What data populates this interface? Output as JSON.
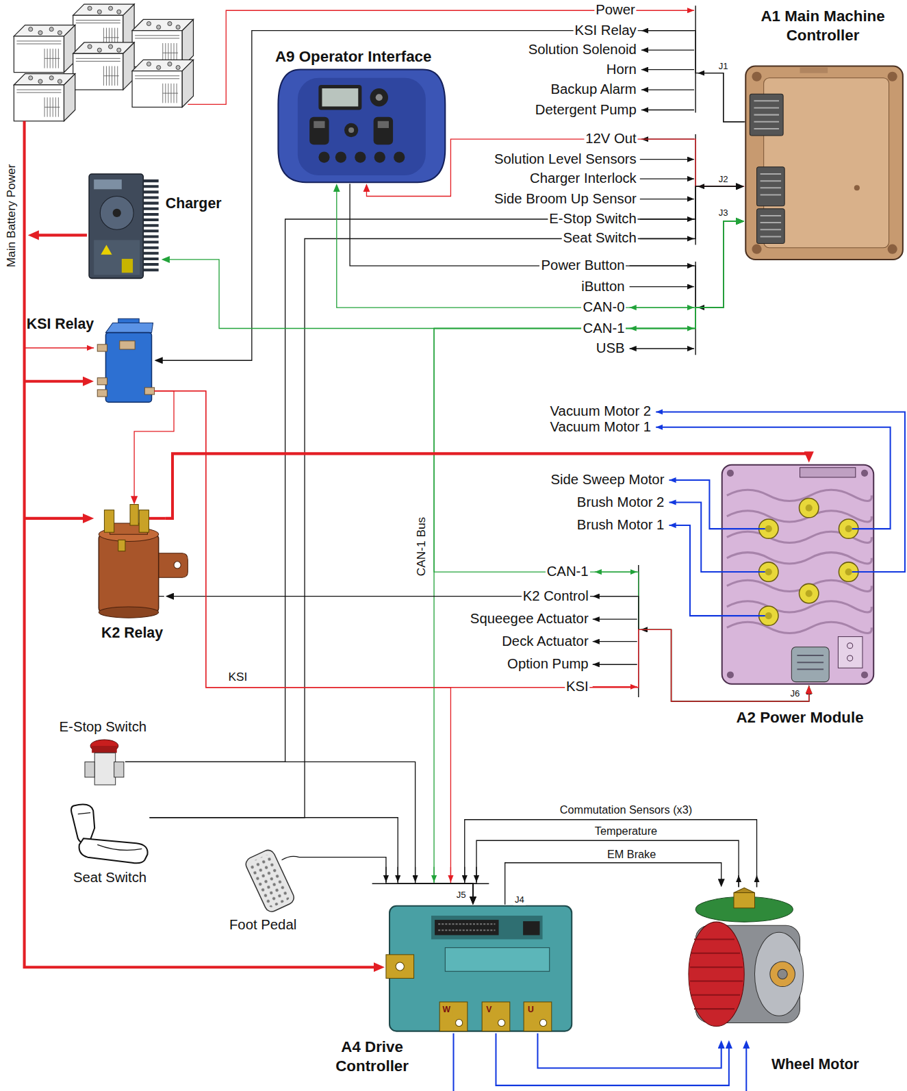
{
  "diagram": {
    "nodes": [
      {
        "text": [
          "A1 Main Machine Controller"
        ]
      },
      {
        "text": [
          "A9 Operator Interface"
        ]
      },
      {
        "text": [
          "Charger"
        ]
      },
      {
        "text": [
          "KSI Relay"
        ]
      },
      {
        "text": [
          "K2 Relay"
        ]
      },
      {
        "text": [
          "A2 Power Module"
        ]
      },
      {
        "text": [
          "E-Stop Switch"
        ]
      },
      {
        "text": [
          "Seat Switch"
        ]
      },
      {
        "text": [
          "Foot Pedal"
        ]
      },
      {
        "text": [
          "A4 Drive Controller"
        ]
      },
      {
        "text": [
          "Wheel Motor"
        ]
      }
    ],
    "edges": [
      {
        "from": 0,
        "to": 3,
        "label": "KSI Relay",
        "arrow": "to"
      },
      {
        "from": 0,
        "to": 1,
        "label": "12V Out",
        "arrow": "to"
      },
      {
        "from": 6,
        "to": 0,
        "label": "E-Stop Switch",
        "arrow": "to"
      },
      {
        "from": 7,
        "to": 0,
        "label": "Seat Switch",
        "arrow": "to"
      },
      {
        "from": 1,
        "to": 0,
        "label": "Power Button",
        "arrow": "to"
      },
      {
        "from": 1,
        "to": 0,
        "label": "CAN-0",
        "arrow": "both"
      },
      {
        "from": 2,
        "to": 0,
        "label": "CAN-1",
        "arrow": "both"
      },
      {
        "from": 0,
        "to": 5,
        "label": "CAN-1",
        "arrow": "both"
      },
      {
        "from": 0,
        "to": 9,
        "arrow": "both"
      },
      {
        "from": 5,
        "to": 4,
        "label": "K2 Control",
        "arrow": "to"
      },
      {
        "from": 3,
        "to": 5,
        "label": "KSI",
        "arrow": "to"
      },
      {
        "from": 3,
        "to": 9,
        "arrow": "to"
      },
      {
        "from": 3,
        "to": 4,
        "arrow": "to"
      },
      {
        "from": 4,
        "to": 5,
        "arrow": "to"
      },
      {
        "from": 6,
        "to": 9,
        "arrow": "to"
      },
      {
        "from": 7,
        "to": 9,
        "arrow": "to"
      },
      {
        "from": 8,
        "to": 9,
        "arrow": "to"
      },
      {
        "from": 10,
        "to": 9,
        "label": "Commutation Sensors (x3)",
        "arrow": "to"
      },
      {
        "from": 10,
        "to": 9,
        "label": "Temperature",
        "arrow": "to"
      },
      {
        "from": 9,
        "to": 10,
        "label": "EM Brake",
        "arrow": "to"
      },
      {
        "from": 9,
        "to": 10,
        "arrow": "to"
      },
      {
        "from": 9,
        "to": 10,
        "arrow": "to"
      },
      {
        "from": 9,
        "to": 10,
        "arrow": "to"
      }
    ],
    "labels": [
      "Power",
      "Solution Solenoid",
      "Horn",
      "Backup Alarm",
      "Detergent Pump",
      "J1",
      "Solution Level Sensors",
      "Charger Interlock",
      "Side Broom Up Sensor",
      "J2",
      "J3",
      "iButton",
      "USB",
      "Main Battery Power",
      "Vacuum Motor 2",
      "Vacuum Motor 1",
      "Side Sweep Motor",
      "Brush Motor 2",
      "Brush Motor 1",
      "CAN-1 Bus",
      "Squeegee Actuator",
      "Deck Actuator",
      "Option Pump",
      "KSI",
      "J6",
      "J5",
      "J4",
      "W",
      "V",
      "U"
    ]
  }
}
